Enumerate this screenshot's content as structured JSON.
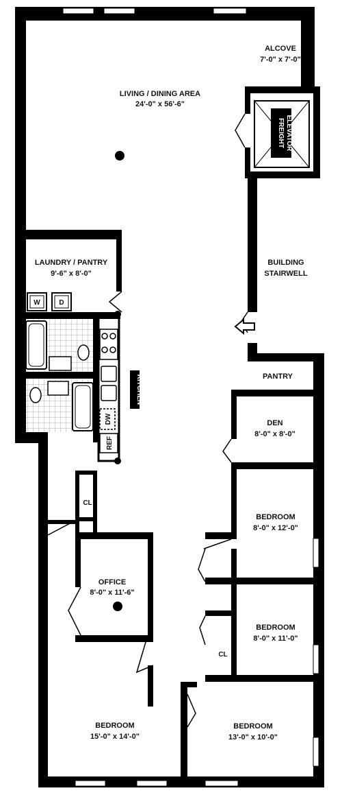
{
  "rooms": {
    "alcove": {
      "name": "ALCOVE",
      "dim": "7'-0\" x 7'-0\""
    },
    "living": {
      "name": "LIVING / DINING AREA",
      "dim": "24'-0\" x 56'-6\""
    },
    "laundry": {
      "name": "LAUNDRY / PANTRY",
      "dim": "9'-6\" x 8'-0\""
    },
    "stairwell": {
      "name": "BUILDING",
      "name2": "STAIRWELL"
    },
    "pantry": {
      "name": "PANTRY"
    },
    "den": {
      "name": "DEN",
      "dim": "8'-0\" x 8'-0\""
    },
    "bedroom1": {
      "name": "BEDROOM",
      "dim": "8'-0\" x 12'-0\""
    },
    "office": {
      "name": "OFFICE",
      "dim": "8'-0\" x 11'-6\""
    },
    "bedroom2": {
      "name": "BEDROOM",
      "dim": "8'-0\" x 11'-0\""
    },
    "bedroom3": {
      "name": "BEDROOM",
      "dim": "15'-0\" x 14'-0\""
    },
    "bedroom4": {
      "name": "BEDROOM",
      "dim": "13'-0\" x 10'-0\""
    }
  },
  "fixtures": {
    "freight_elevator_line1": "FREIGHT",
    "freight_elevator_line2": "ELEVATOR",
    "kitchen": "KITCHEN",
    "washer": "W",
    "dryer": "D",
    "dishwasher": "DW",
    "refrigerator": "REF",
    "closet1": "CL",
    "closet2": "CL"
  }
}
